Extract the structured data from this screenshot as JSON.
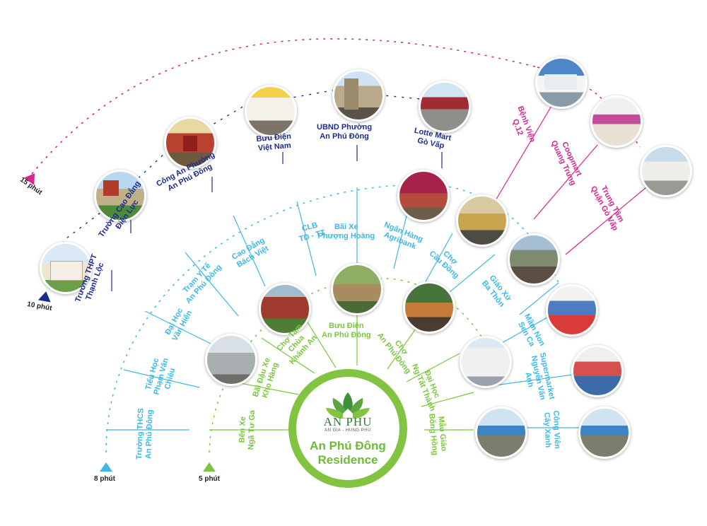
{
  "center": {
    "brand": "AN PHU",
    "brand_sub": "AN GIA - HUNG PHU",
    "title_line1": "An Phú Đông",
    "title_line2": "Residence"
  },
  "legend": {
    "t15": "15 phút",
    "t10": "10 phút",
    "t8": "8 phút",
    "t5": "5 phút"
  },
  "labels": {
    "thpt": "Trường THPT\nThạnh Lộc",
    "cd_dienluc": "Trường Cao Đẳng\nĐiện Lực",
    "congan": "Công An Phường\nAn Phú Đông",
    "buudien_vn": "Bưu Điện\nViệt Nam",
    "ubnd": "UBND Phường\nAn Phú Đông",
    "lotte": "Lotte Mart\nGò Vấp",
    "bv_q12": "Bệnh Viện\nQ.12",
    "coopmart": "Coopmart\nQuang Trung",
    "tt_govap": "Trung Tâm\nQuận Gò Vấp",
    "thcs": "Trường THCS\nAn Phú Đông",
    "tieuhoc": "Tiểu Học\nPhạm Văn\nChiêu",
    "dh_vanhien": "Đại Học\nVăn Hiến",
    "tramyte": "Trạm Y Tế\nAn Phú Đông",
    "cd_bachviet": "Cao Đẳng\nBách Việt",
    "clb": "CLB\nTD - TT",
    "baixe_ph": "Bãi Xe\nPhượng Hoàng",
    "agribank": "Ngân Hàng\nAgribank",
    "cho_caudong": "Chợ\nCầu Đồng",
    "giaoxu": "Giáo Xứ\nBa Thôn",
    "mamnon": "Mầm Non\nSen Ca",
    "supermarket": "Supermarket\nNguyễn Văn\nAnh",
    "congvien": "Công Viên\nCây Xanh",
    "benxe": "Bến Xe\nNgã Tư Ga",
    "baidauxe": "Bãi Đậu Xe\nKho Hàng",
    "chua": "Chợ Tam\nChùa\nKhánh An",
    "buudien_apd": "Bưu Điện\nAn Phú Đông",
    "cho_apd": "Chợ\nAn Phú Đông",
    "dh_nguyentatthanh": "Đại Học\nNg-Tất Thành",
    "maugiao": "Mẫu Giáo\nBông Hồng"
  },
  "colors": {
    "ring_15": "#d4278f",
    "ring_10": "#1d2c8a",
    "ring_8": "#3cb8e2",
    "ring_5": "#7cc63f",
    "center_ring": "#82c341"
  }
}
